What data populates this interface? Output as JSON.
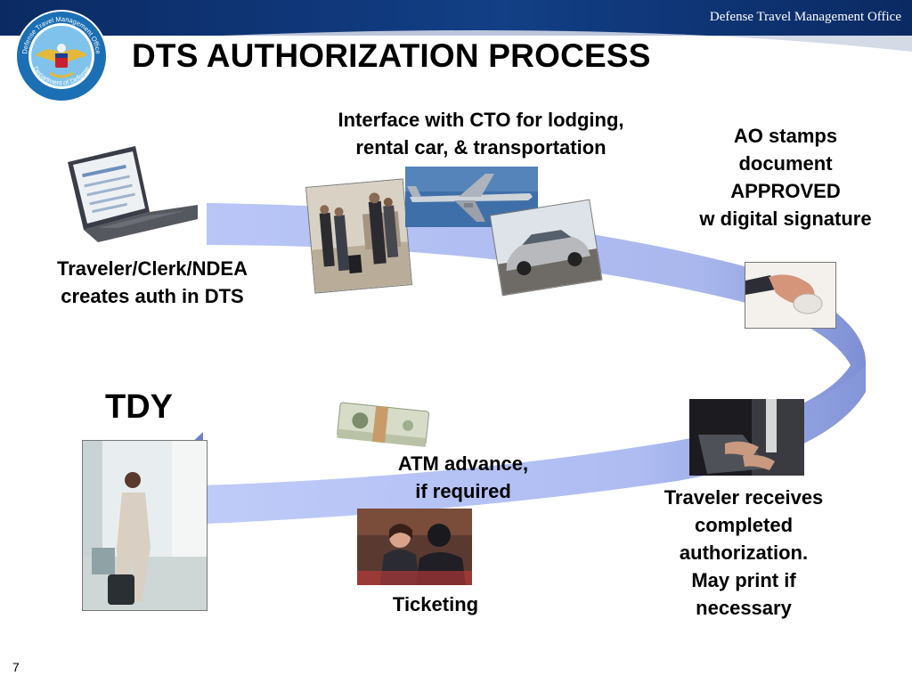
{
  "header": {
    "organization": "Defense Travel Management Office",
    "seal_text_top": "Defense Travel Management Office",
    "seal_text_bottom": "Department of Defense"
  },
  "title": "DTS AUTHORIZATION PROCESS",
  "steps": {
    "create": {
      "line1": "Traveler/Clerk/NDEA",
      "line2": "creates auth in DTS",
      "icon": "laptop-icon"
    },
    "cto": {
      "line1": "Interface with CTO for lodging,",
      "line2": "rental car, & transportation"
    },
    "ao": {
      "line1": "AO stamps",
      "line2": "document",
      "line3": "APPROVED",
      "line4": "w digital signature"
    },
    "receive": {
      "line1": "Traveler receives",
      "line2": "completed",
      "line3": "authorization.",
      "line4": "May print if",
      "line5": "necessary"
    },
    "atm": {
      "line1": "ATM advance,",
      "line2": "if required"
    },
    "ticketing": {
      "label": "Ticketing"
    },
    "tdy": {
      "label": "TDY"
    }
  },
  "colors": {
    "header_navy": "#0b2a63",
    "flow_light": "#b3c1f4",
    "flow_dark": "#7d8dd2",
    "seal_blue": "#1b6fb4",
    "seal_gold": "#e4b93a"
  },
  "page_number": "7"
}
